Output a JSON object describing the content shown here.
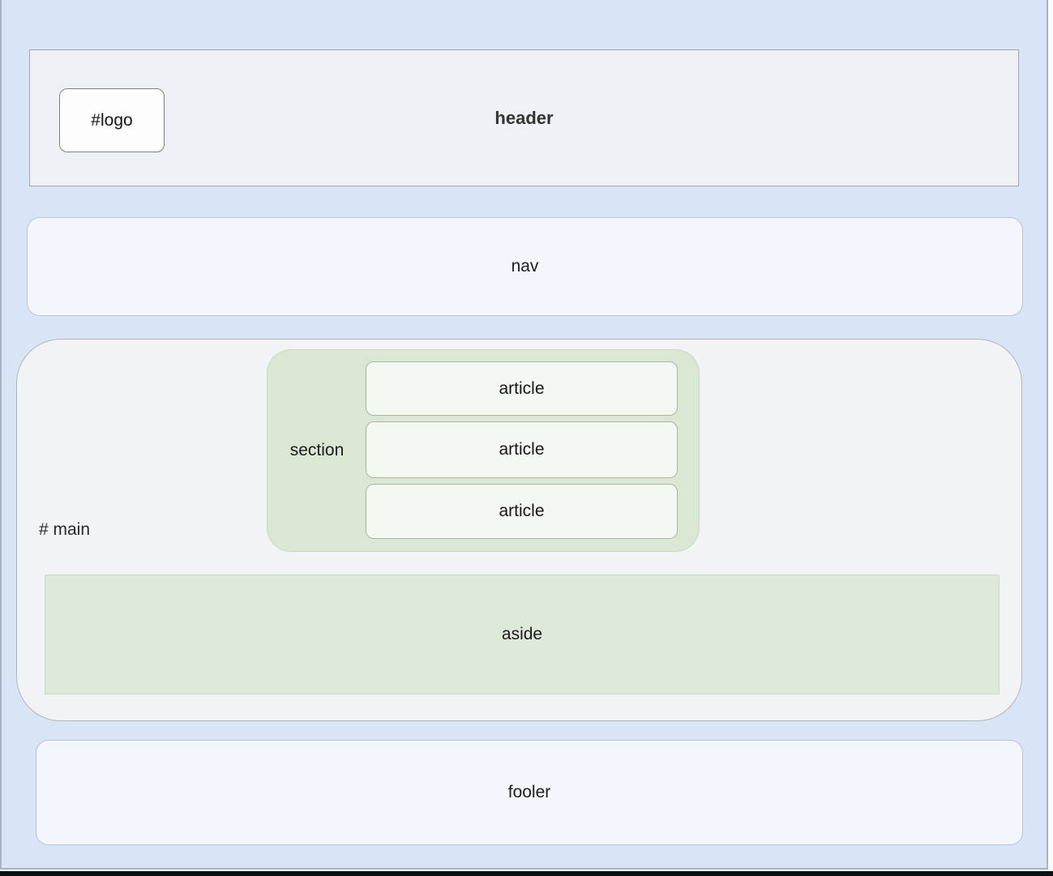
{
  "page": {
    "background_color": "#d7e5f7",
    "frame_border_color": "#a8b2c0",
    "bottom_bar_color": "#0d1016"
  },
  "header": {
    "label": "header",
    "logo_label": "#logo",
    "background": "#eef0f5"
  },
  "nav": {
    "label": "nav",
    "background": "#f3f6fd"
  },
  "main": {
    "label": "# main",
    "background": "#f2f3f4",
    "section": {
      "label": "section",
      "background": "#dbe7d3",
      "articles": [
        {
          "label": "article"
        },
        {
          "label": "article"
        },
        {
          "label": "article"
        }
      ]
    },
    "aside": {
      "label": "aside",
      "background": "#dfe9da"
    }
  },
  "footer": {
    "label": "fooler",
    "background": "#f3f6fd"
  }
}
